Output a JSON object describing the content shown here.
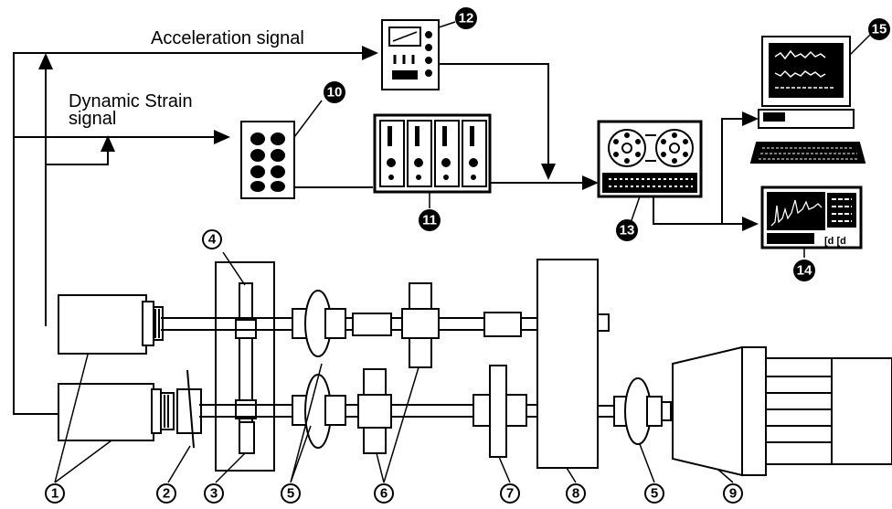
{
  "signals": {
    "acceleration": "Acceleration signal",
    "strain_line1": "Dynamic Strain",
    "strain_line2": "signal"
  },
  "labels": {
    "n1": "1",
    "n2": "2",
    "n3": "3",
    "n4": "4",
    "n5a": "5",
    "n5b": "5",
    "n6": "6",
    "n7": "7",
    "n8": "8",
    "n9": "9",
    "n10": "10",
    "n11": "11",
    "n12": "12",
    "n13": "13",
    "n14": "14",
    "n15": "15"
  },
  "colors": {
    "ink": "#000000",
    "paper": "#ffffff"
  }
}
